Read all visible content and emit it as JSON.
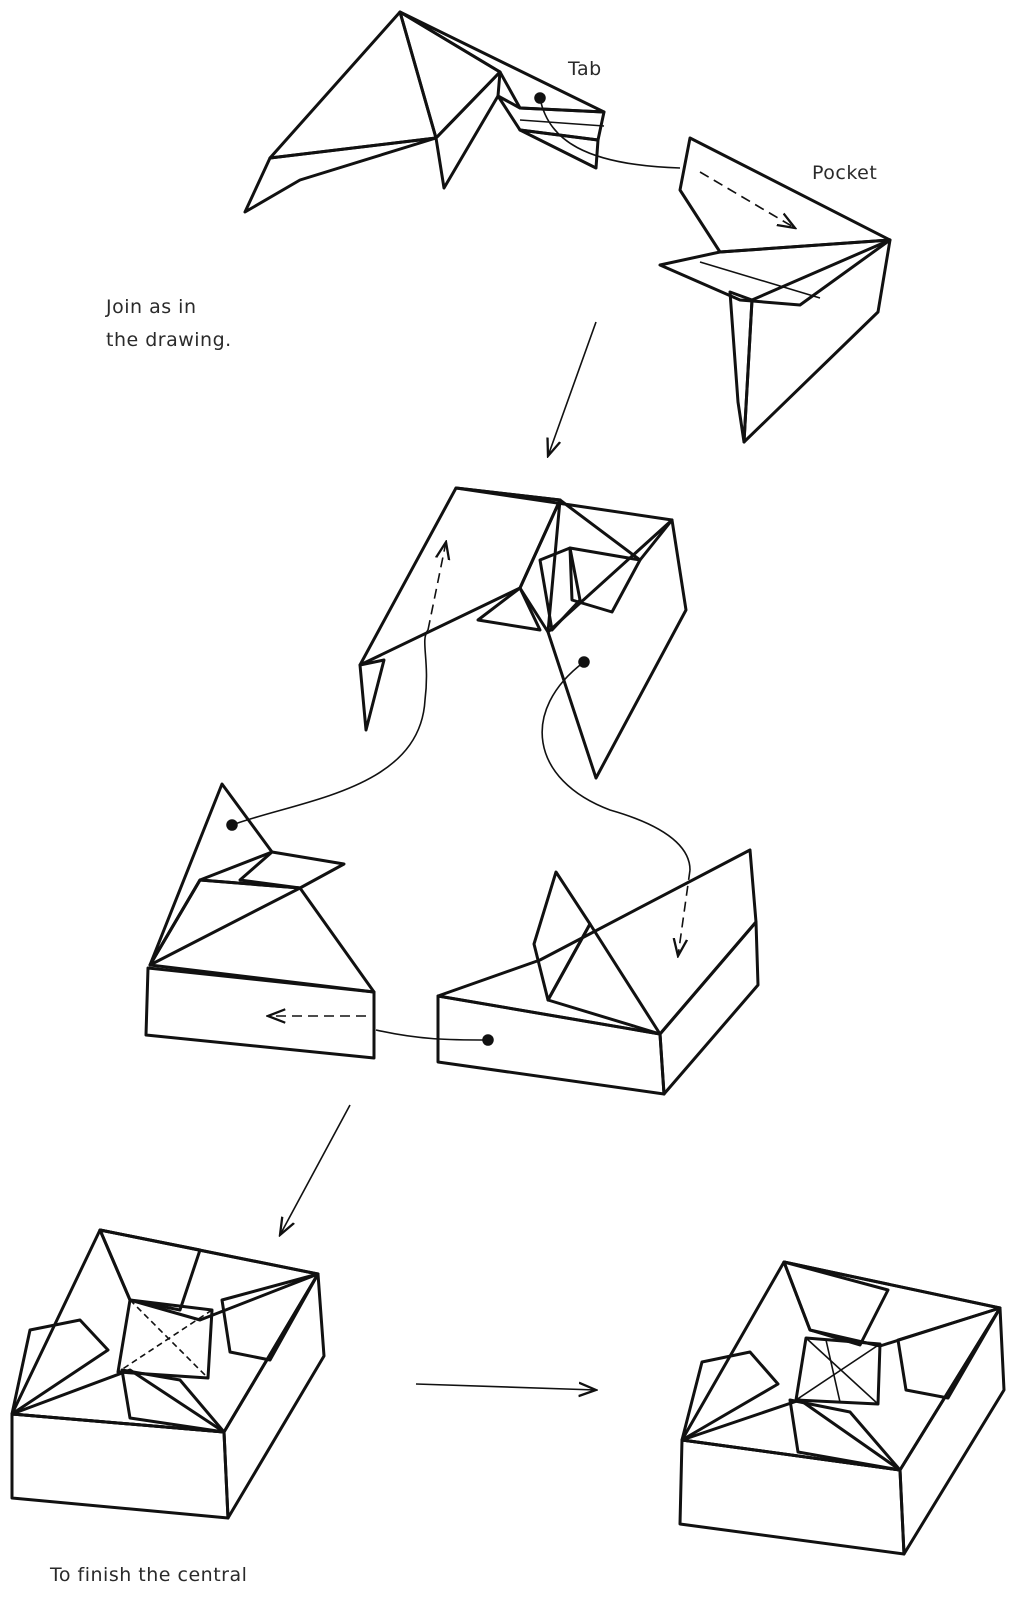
{
  "labels": {
    "tab": "Tab",
    "pocket": "Pocket",
    "join_line1": "Join as in",
    "join_line2": "the drawing.",
    "finish": "To finish the central"
  },
  "colors": {
    "dark_face": "#8e8e8e",
    "light_face": "#e2e2e2",
    "white_face": "#ffffff",
    "stroke": "#111111"
  }
}
